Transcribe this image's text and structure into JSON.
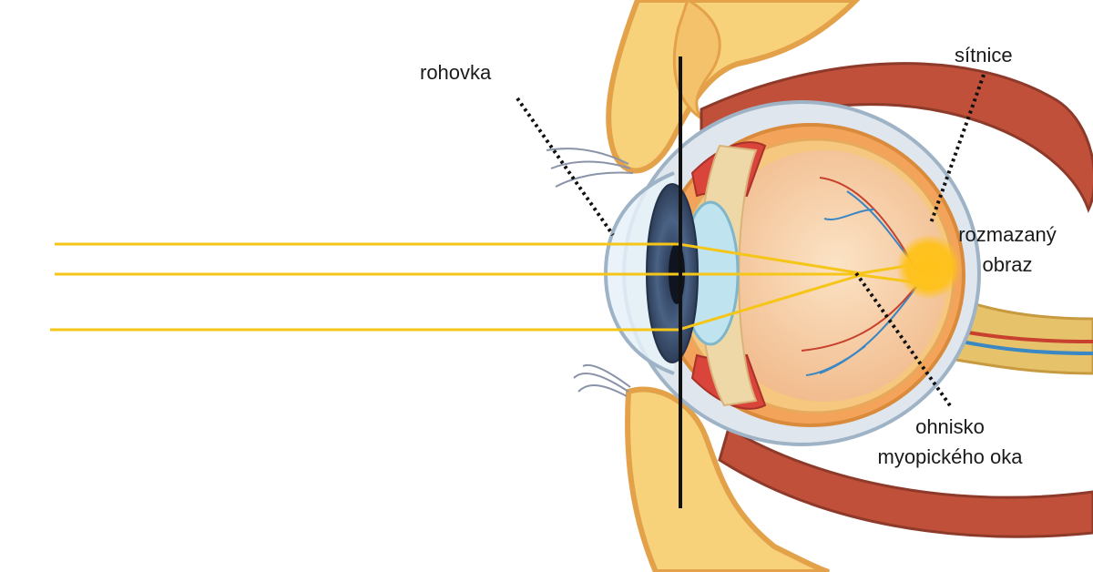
{
  "labels": {
    "cornea": "rohovka",
    "retina": "sítnice",
    "blurred_image_line1": "rozmazaný",
    "blurred_image_line2": "obraz",
    "focus_line1": "ohnisko",
    "focus_line2": "myopického oka"
  },
  "colors": {
    "ray": "#f5c518",
    "bone": "#f7d27a",
    "bone_edge": "#e3a24a",
    "muscle": "#c0503a",
    "muscle_dark": "#8e3a2a",
    "sclera": "#dfe6ee",
    "eyeball_inner": "#f6c89a",
    "iris": "#3b4f6e",
    "lens": "#bfe3ef",
    "vessel_red": "#c8402e",
    "vessel_blue": "#3a87c4",
    "image_spot": "#ffc21a"
  }
}
